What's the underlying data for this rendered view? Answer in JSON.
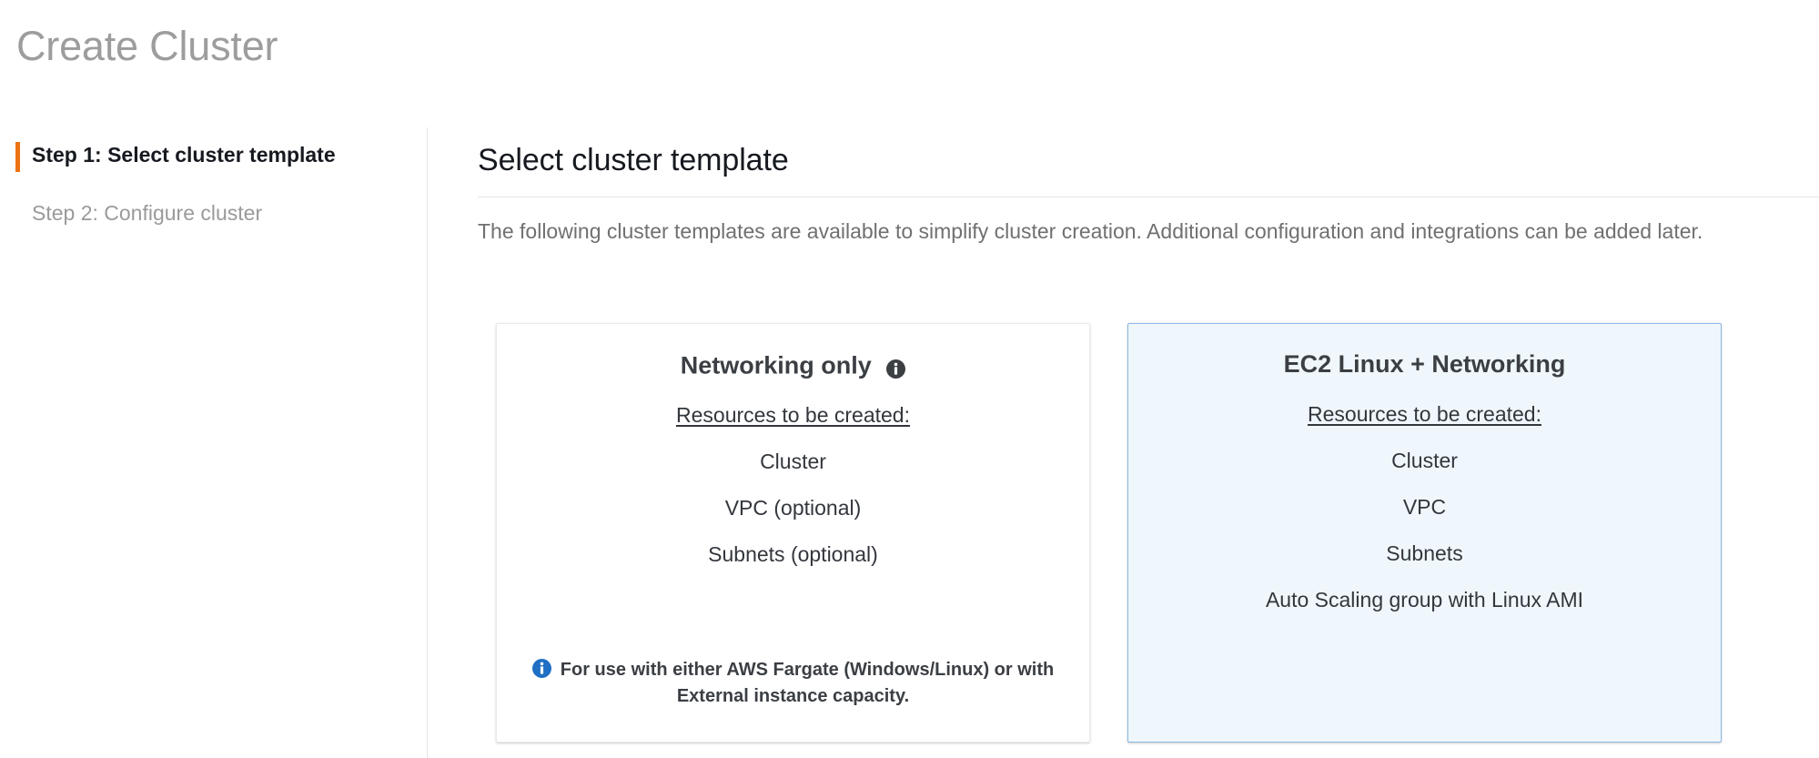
{
  "page": {
    "title": "Create Cluster"
  },
  "steps": {
    "items": [
      {
        "label": "Step 1: Select cluster template",
        "state": "active"
      },
      {
        "label": "Step 2: Configure cluster",
        "state": "inactive"
      }
    ]
  },
  "main": {
    "heading": "Select cluster template",
    "description": "The following cluster templates are available to simplify cluster creation. Additional configuration and integrations can be added later."
  },
  "cards": [
    {
      "title": "Networking only",
      "info_icon": "info-circle-icon",
      "resources_label": "Resources to be created:",
      "resources": [
        "Cluster",
        "VPC (optional)",
        "Subnets (optional)"
      ],
      "note_icon": "info-circle-blue-icon",
      "note": "For use with either AWS Fargate (Windows/Linux) or with External instance capacity.",
      "selected": false
    },
    {
      "title": "EC2 Linux + Networking",
      "resources_label": "Resources to be created:",
      "resources": [
        "Cluster",
        "VPC",
        "Subnets",
        "Auto Scaling group with Linux AMI"
      ],
      "selected": true
    }
  ],
  "colors": {
    "accent_orange": "#ec7211",
    "selected_card_bg": "#eff7fd",
    "selected_card_border": "#8cb8e0",
    "info_blue": "#1f6fc4",
    "title_gray": "#9d9d9d",
    "body_gray": "#707070",
    "text_dark": "#16191f"
  }
}
